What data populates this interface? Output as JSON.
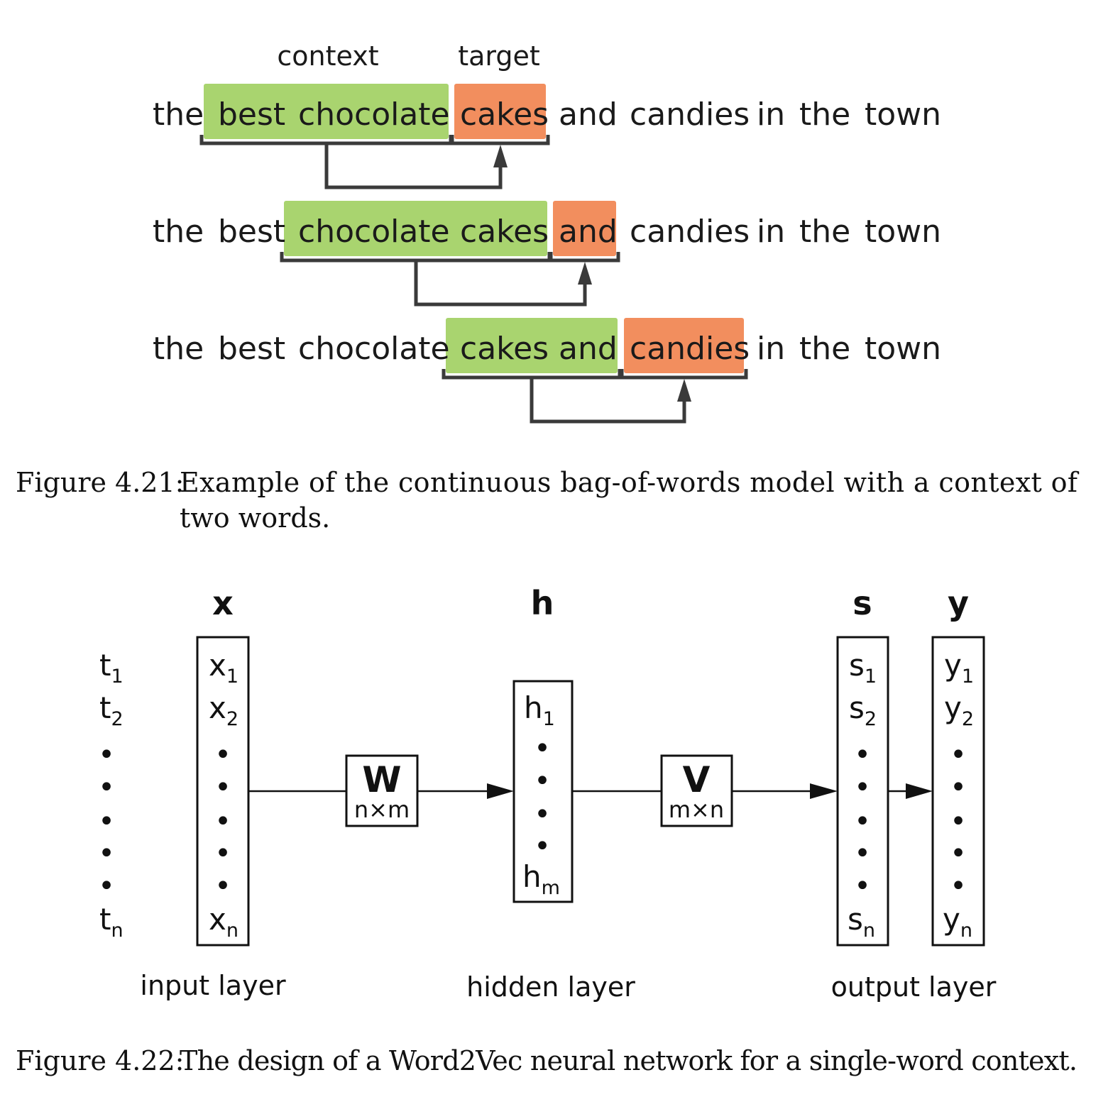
{
  "figure_cbow": {
    "label_context": "context",
    "label_target": "target",
    "sentence": [
      "the",
      "best",
      "chocolate",
      "cakes",
      "and",
      "candies",
      "in",
      "the",
      "town"
    ],
    "rows": [
      {
        "context": [
          1,
          2
        ],
        "target": 3
      },
      {
        "context": [
          2,
          3
        ],
        "target": 4
      },
      {
        "context": [
          3,
          4
        ],
        "target": 5
      }
    ],
    "colors": {
      "context": "#a9d46f",
      "target": "#f28e5e",
      "bracket": "#3a3a3a"
    },
    "caption_number": "Figure 4.21:",
    "caption_line1": "Example of the continuous bag-of-words model with a context of",
    "caption_line2": "two words."
  },
  "figure_w2v": {
    "head_x": "x",
    "head_h": "h",
    "head_s": "s",
    "head_y": "y",
    "t1": "t",
    "t1_sub": "1",
    "t2": "t",
    "t2_sub": "2",
    "tn": "t",
    "tn_sub": "n",
    "x1": "x",
    "x1_sub": "1",
    "x2": "x",
    "x2_sub": "2",
    "xn": "x",
    "xn_sub": "n",
    "h1": "h",
    "h1_sub": "1",
    "hm": "h",
    "hm_sub": "m",
    "s1": "s",
    "s1_sub": "1",
    "s2": "s",
    "s2_sub": "2",
    "sn": "s",
    "sn_sub": "n",
    "y1": "y",
    "y1_sub": "1",
    "y2": "y",
    "y2_sub": "2",
    "yn": "y",
    "yn_sub": "n",
    "dot": "•",
    "matrix_w": "W",
    "matrix_w_dim": "n×m",
    "matrix_v": "V",
    "matrix_v_dim": "m×n",
    "input_layer": "input layer",
    "hidden_layer": "hidden layer",
    "output_layer": "output layer",
    "caption_number": "Figure 4.22:",
    "caption_text": "The design of a Word2Vec neural network for a single-word context."
  }
}
